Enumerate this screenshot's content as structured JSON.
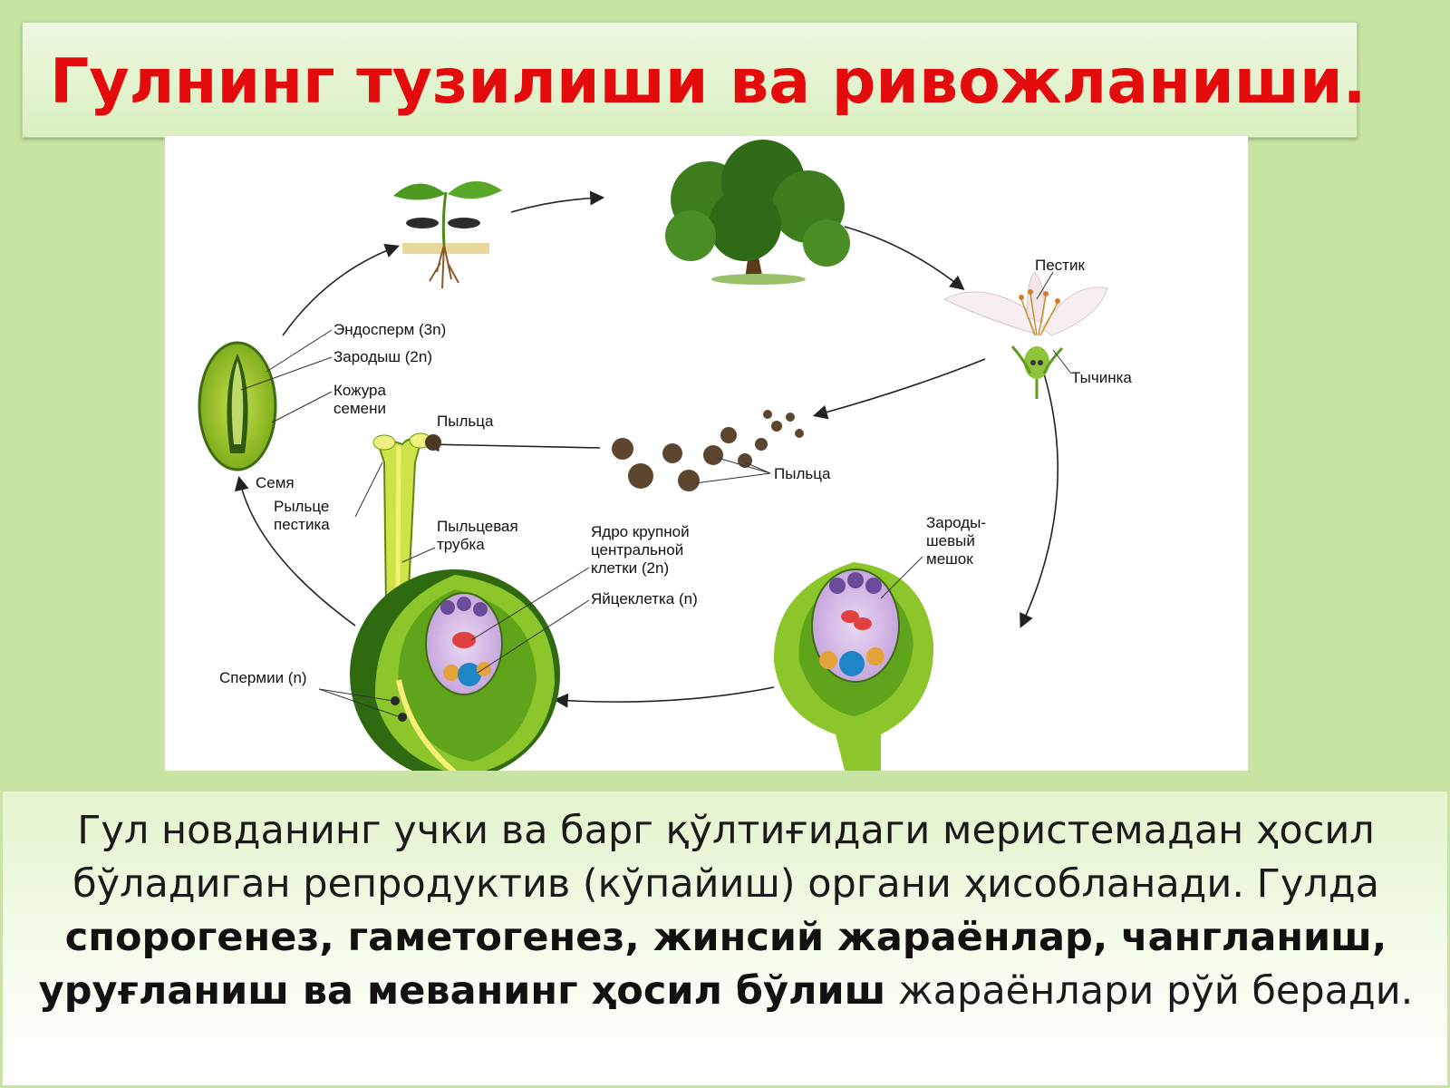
{
  "title": "Гулнинг тузилиши ва ривожланиши.",
  "diagram": {
    "labels": {
      "pestik": "Пестик",
      "tychinka": "Тычинка",
      "pyltsa_center": "Пыльца",
      "pyltsa_top": "Пыльца",
      "endosperm": "Эндосперм (3n)",
      "zarodysh": "Зародыш (2n)",
      "kozhura_1": "Кожура",
      "kozhura_2": "семени",
      "semya": "Семя",
      "rylce_1": "Рыльце",
      "rylce_2": "пестика",
      "tube_1": "Пыльцевая",
      "tube_2": "трубка",
      "nucleus_1": "Ядро крупной",
      "nucleus_2": "центральной",
      "nucleus_3": "клетки (2n)",
      "egg": "Яйцеклетка (n)",
      "sac_1": "Зароды-",
      "sac_2": "шевый",
      "sac_3": "мешок",
      "sperm": "Спермии (n)"
    }
  },
  "description": {
    "normal_1": "Гул новданинг учки ва барг қўлтиғидаги меристемадан ҳосил бўладиган репродуктив (кўпайиш) органи ҳисобланади. Гулда ",
    "bold_1": "спорогенез, гаметогенез, жинсий жараёнлар, чангланиш, уруғланиш ва меванинг ҳосил бўлиш",
    "normal_2": " жараёнлари рўй беради."
  }
}
